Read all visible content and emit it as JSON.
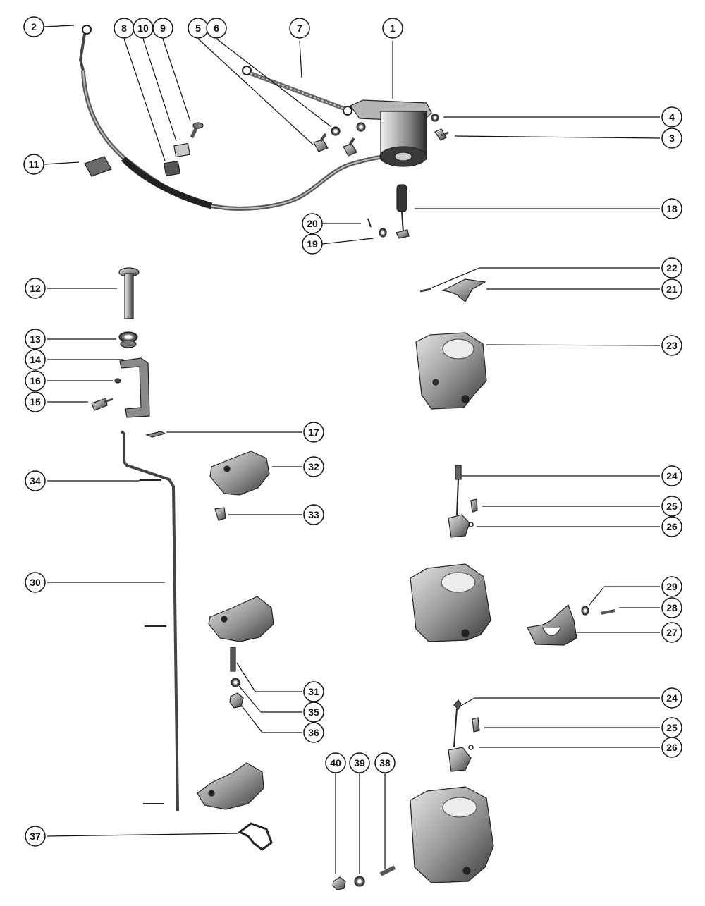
{
  "diagram": {
    "callouts": [
      {
        "id": "c1",
        "label": "1"
      },
      {
        "id": "c2",
        "label": "2"
      },
      {
        "id": "c3",
        "label": "3"
      },
      {
        "id": "c4",
        "label": "4"
      },
      {
        "id": "c5",
        "label": "5"
      },
      {
        "id": "c6",
        "label": "6"
      },
      {
        "id": "c7",
        "label": "7"
      },
      {
        "id": "c8",
        "label": "8"
      },
      {
        "id": "c9",
        "label": "9"
      },
      {
        "id": "c10",
        "label": "10"
      },
      {
        "id": "c11",
        "label": "11"
      },
      {
        "id": "c12",
        "label": "12"
      },
      {
        "id": "c13",
        "label": "13"
      },
      {
        "id": "c14",
        "label": "14"
      },
      {
        "id": "c15",
        "label": "15"
      },
      {
        "id": "c16",
        "label": "16"
      },
      {
        "id": "c17",
        "label": "17"
      },
      {
        "id": "c18",
        "label": "18"
      },
      {
        "id": "c19",
        "label": "19"
      },
      {
        "id": "c20",
        "label": "20"
      },
      {
        "id": "c21",
        "label": "21"
      },
      {
        "id": "c22",
        "label": "22"
      },
      {
        "id": "c23",
        "label": "23"
      },
      {
        "id": "c24a",
        "label": "24"
      },
      {
        "id": "c25a",
        "label": "25"
      },
      {
        "id": "c26a",
        "label": "26"
      },
      {
        "id": "c27",
        "label": "27"
      },
      {
        "id": "c28",
        "label": "28"
      },
      {
        "id": "c29",
        "label": "29"
      },
      {
        "id": "c30",
        "label": "30"
      },
      {
        "id": "c31",
        "label": "31"
      },
      {
        "id": "c32",
        "label": "32"
      },
      {
        "id": "c33",
        "label": "33"
      },
      {
        "id": "c34",
        "label": "34"
      },
      {
        "id": "c35",
        "label": "35"
      },
      {
        "id": "c36",
        "label": "36"
      },
      {
        "id": "c37",
        "label": "37"
      },
      {
        "id": "c24b",
        "label": "24"
      },
      {
        "id": "c25b",
        "label": "25"
      },
      {
        "id": "c26b",
        "label": "26"
      },
      {
        "id": "c38",
        "label": "38"
      },
      {
        "id": "c39",
        "label": "39"
      },
      {
        "id": "c40",
        "label": "40"
      }
    ]
  }
}
